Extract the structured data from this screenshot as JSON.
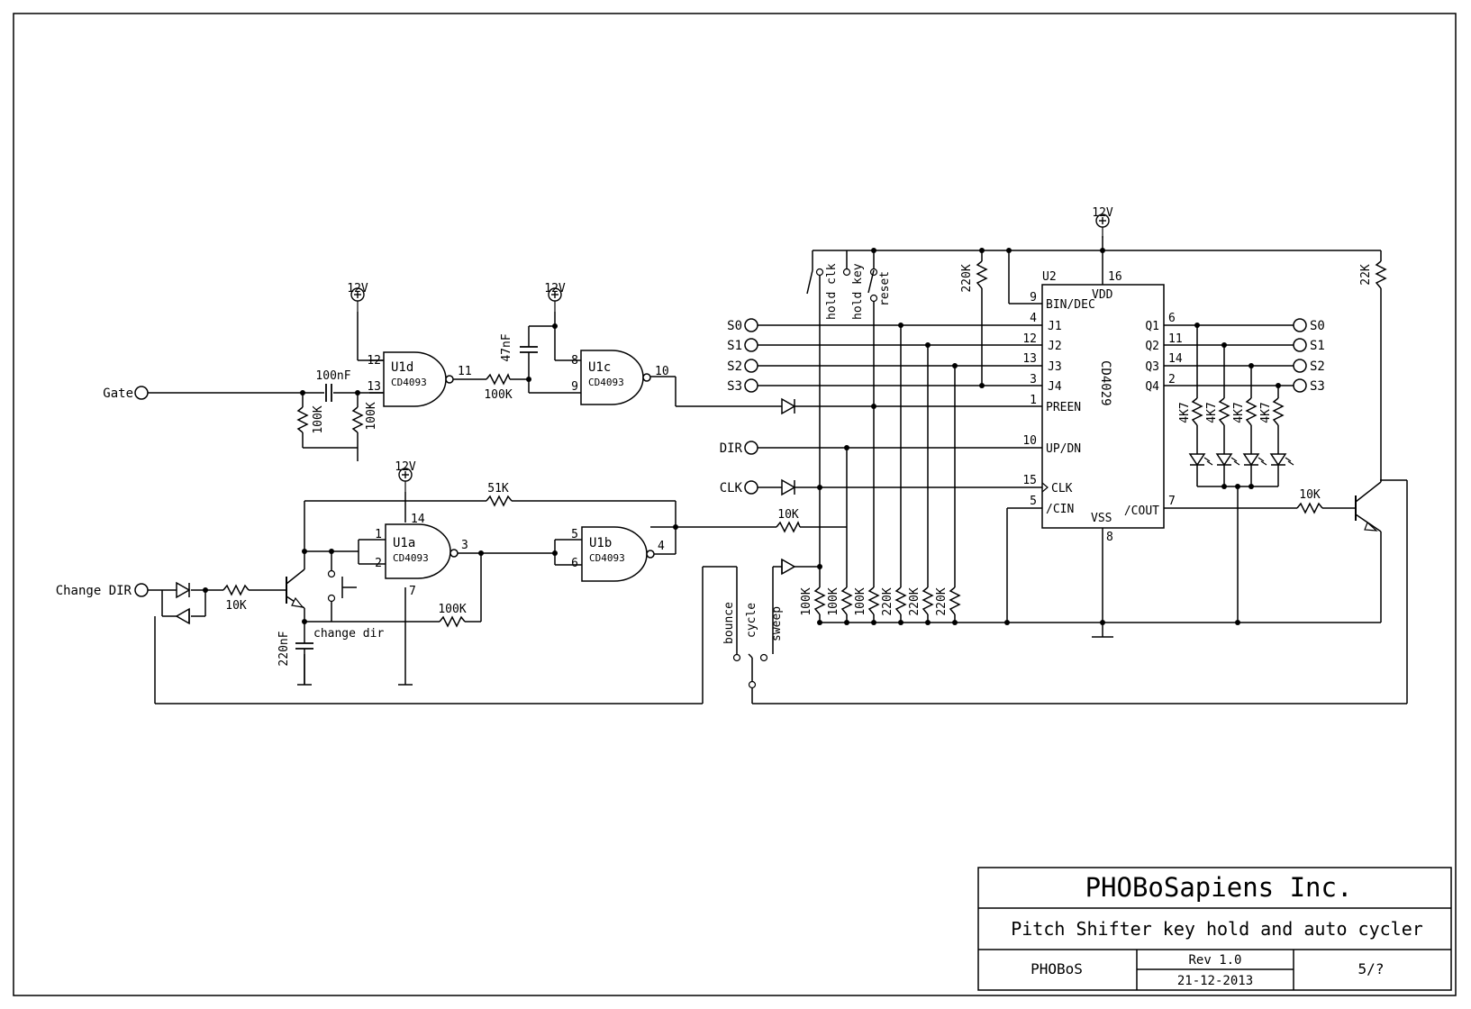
{
  "title_block": {
    "company": "PHOBoSapiens Inc.",
    "title": "Pitch Shifter key hold and auto cycler",
    "project": "PHOBoS",
    "revision": "Rev 1.0",
    "date": "21-12-2013",
    "sheet": "5/?"
  },
  "supply": {
    "label": "12V"
  },
  "ports": {
    "gate": "Gate",
    "change_dir": "Change DIR",
    "dir": "DIR",
    "clk": "CLK",
    "s0": "S0",
    "s1": "S1",
    "s2": "S2",
    "s3": "S3"
  },
  "gates": {
    "u1d": {
      "ref": "U1d",
      "part": "CD4093",
      "pins": [
        "12",
        "13",
        "11"
      ]
    },
    "u1c": {
      "ref": "U1c",
      "part": "CD4093",
      "pins": [
        "8",
        "9",
        "10"
      ]
    },
    "u1a": {
      "ref": "U1a",
      "part": "CD4093",
      "pins": [
        "1",
        "2",
        "3"
      ],
      "pwr": "14",
      "gnd": "7"
    },
    "u1b": {
      "ref": "U1b",
      "part": "CD4093",
      "pins": [
        "5",
        "6",
        "4"
      ]
    }
  },
  "u2": {
    "ref": "U2",
    "part": "CD4029",
    "left_pins": [
      {
        "name": "BIN/DEC",
        "num": "9"
      },
      {
        "name": "J1",
        "num": "4"
      },
      {
        "name": "J2",
        "num": "12"
      },
      {
        "name": "J3",
        "num": "13"
      },
      {
        "name": "J4",
        "num": "3"
      },
      {
        "name": "PREEN",
        "num": "1"
      },
      {
        "name": "UP/DN",
        "num": "10"
      },
      {
        "name": "CLK",
        "num": "15"
      },
      {
        "name": "/CIN",
        "num": "5"
      }
    ],
    "right_pins": [
      {
        "name": "Q1",
        "num": "6"
      },
      {
        "name": "Q2",
        "num": "11"
      },
      {
        "name": "Q3",
        "num": "14"
      },
      {
        "name": "Q4",
        "num": "2"
      },
      {
        "name": "/COUT",
        "num": "7"
      }
    ],
    "vdd": {
      "name": "VDD",
      "num": "16"
    },
    "vss": {
      "name": "VSS",
      "num": "8"
    }
  },
  "components": {
    "c100n": "100nF",
    "r100k_a": "100K",
    "r100k_b": "100K",
    "c47n": "47nF",
    "r100k_c": "100K",
    "r51k": "51K",
    "r10k_a": "10K",
    "r10k_b": "10K",
    "r100k_d": "100K",
    "c220n": "220nF",
    "r220k_top": "220K",
    "r22k": "22K",
    "r10k_c": "10K",
    "r_led": [
      "4K7",
      "4K7",
      "4K7",
      "4K7"
    ],
    "r_pull": [
      "100K",
      "100K",
      "100K",
      "220K",
      "220K",
      "220K"
    ]
  },
  "switches": {
    "hold_clk": "hold clk",
    "hold_key": "hold key",
    "reset": "reset",
    "change_dir": "change dir",
    "bounce": "bounce",
    "cycle": "cycle",
    "sweep": "sweep"
  }
}
